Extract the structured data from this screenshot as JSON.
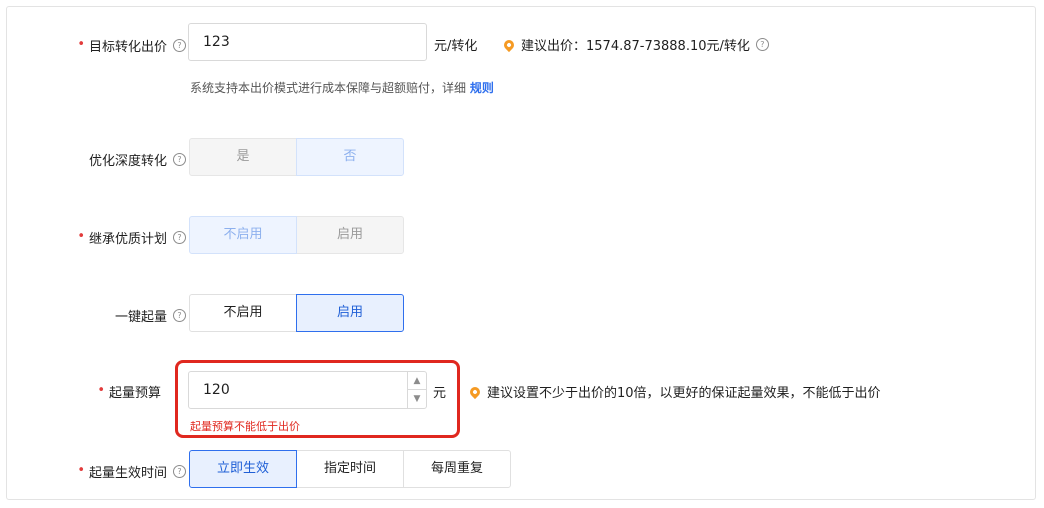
{
  "bid": {
    "label": "目标转化出价",
    "value": "123",
    "unit": "元/转化",
    "suggest_label": "建议出价：",
    "suggest_value": "1574.87-73888.10元/转化",
    "desc": "系统支持本出价模式进行成本保障与超额赔付，详细",
    "desc_link": "规则"
  },
  "deep_convert": {
    "label": "优化深度转化",
    "options": [
      "是",
      "否"
    ],
    "selected": "否"
  },
  "inherit": {
    "label": "继承优质计划",
    "options": [
      "不启用",
      "启用"
    ],
    "selected": "不启用"
  },
  "boost": {
    "label": "一键起量",
    "options": [
      "不启用",
      "启用"
    ],
    "selected": "启用"
  },
  "boost_budget": {
    "label": "起量预算",
    "value": "120",
    "unit": "元",
    "hint": "建议设置不少于出价的10倍，以更好的保证起量效果，不能低于出价",
    "error": "起量预算不能低于出价"
  },
  "boost_time": {
    "label": "起量生效时间",
    "options": [
      "立即生效",
      "指定时间",
      "每周重复"
    ],
    "selected": "立即生效"
  },
  "icons": {
    "help": "question-circle-icon",
    "hint": "location-pin-icon",
    "spin_up": "caret-up-icon",
    "spin_down": "caret-down-icon"
  },
  "colors": {
    "accent": "#2f6fed",
    "error": "#e0281f",
    "required": "#e23b3b",
    "hint": "#f59a23"
  }
}
